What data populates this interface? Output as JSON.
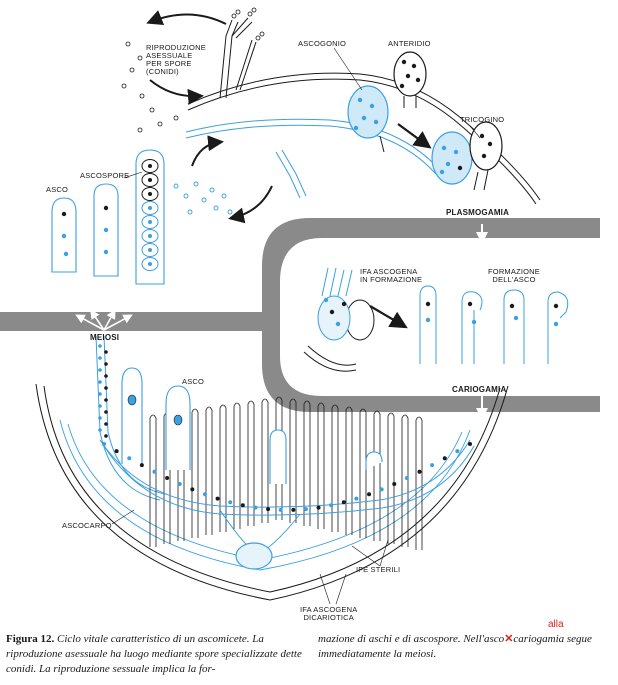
{
  "colors": {
    "blue": "#3aa0e0",
    "band": "#8a8a8a",
    "ink": "#1a1a1a",
    "alla": "#d62020"
  },
  "labels": {
    "riproduzione": "RIPRODUZIONE\nASESSUALE\nPER SPORE\n(CONIDI)",
    "ascogonio": "ASCOGONIO",
    "anteridio": "ANTERIDIO",
    "tricogino": "TRICOGINO",
    "ascospore": "ASCOSPORE",
    "asco_top": "ASCO",
    "plasmogamia": "PLASMOGAMIA",
    "ifa_formazione": "IFA ASCOGENA\nIN FORMAZIONE",
    "formazione_asco": "FORMAZIONE\nDELL'ASCO",
    "meiosi": "MEIOSI",
    "cariogamia": "CARIOGAMIA",
    "asco_mid": "ASCO",
    "ascocarpo": "ASCOCARPO",
    "ife_sterili": "IFE STERILI",
    "ifa_dicariotica": "IFA ASCOGENA\nDICARIOTICA"
  },
  "caption": {
    "figure_label": "Figura 12.",
    "col1": "Ciclo vitale caratteristico di un ascomicete. La riproduzione asessuale ha luogo mediante spore specializzate dette conidi. La riproduzione sessuale implica la for-",
    "col2_a": "mazione di aschi e di ascospore. Nell'asco",
    "col2_b": "cariogamia segue immediatamente la meiosi.",
    "correction": "alla"
  }
}
